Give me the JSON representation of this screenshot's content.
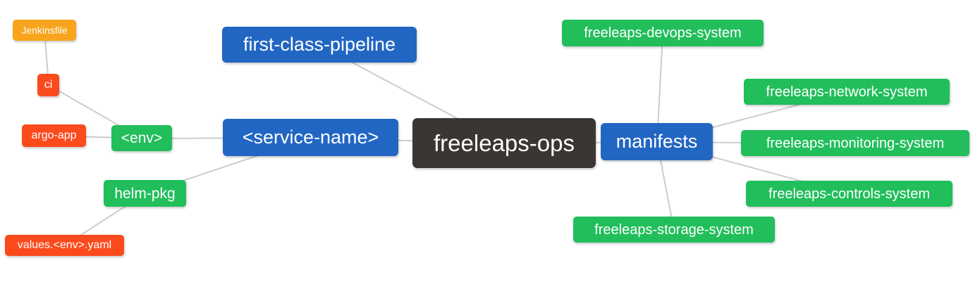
{
  "diagram": {
    "type": "mindmap",
    "root": "freeleaps-ops"
  },
  "colors": {
    "blue": "#2266c3",
    "green": "#21be5b",
    "orange": "#f8a41d",
    "red_orange": "#fb4a1c",
    "dark": "#3b3634",
    "edge": "#cccccc",
    "text": "#ffffff",
    "background": "#ffffff"
  },
  "nodes": [
    {
      "id": "jenkinsfile",
      "label": "Jenkinsfile",
      "color": "orange"
    },
    {
      "id": "ci",
      "label": "ci",
      "color": "red_orange"
    },
    {
      "id": "argo-app",
      "label": "argo-app",
      "color": "red_orange"
    },
    {
      "id": "env",
      "label": "<env>",
      "color": "green"
    },
    {
      "id": "helm-pkg",
      "label": "helm-pkg",
      "color": "green"
    },
    {
      "id": "values-env-yaml",
      "label": "values.<env>.yaml",
      "color": "red_orange"
    },
    {
      "id": "first-class-pipeline",
      "label": "first-class-pipeline",
      "color": "blue"
    },
    {
      "id": "service-name",
      "label": "<service-name>",
      "color": "blue"
    },
    {
      "id": "freeleaps-ops",
      "label": "freeleaps-ops",
      "color": "dark"
    },
    {
      "id": "manifests",
      "label": "manifests",
      "color": "blue"
    },
    {
      "id": "devops-system",
      "label": "freeleaps-devops-system",
      "color": "green"
    },
    {
      "id": "network-system",
      "label": "freeleaps-network-system",
      "color": "green"
    },
    {
      "id": "monitoring-system",
      "label": "freeleaps-monitoring-system",
      "color": "green"
    },
    {
      "id": "controls-system",
      "label": "freeleaps-controls-system",
      "color": "green"
    },
    {
      "id": "storage-system",
      "label": "freeleaps-storage-system",
      "color": "green"
    }
  ],
  "edges": [
    {
      "from": "jenkinsfile",
      "to": "ci"
    },
    {
      "from": "ci",
      "to": "env"
    },
    {
      "from": "argo-app",
      "to": "env"
    },
    {
      "from": "env",
      "to": "service-name"
    },
    {
      "from": "helm-pkg",
      "to": "service-name"
    },
    {
      "from": "helm-pkg",
      "to": "values-env-yaml"
    },
    {
      "from": "service-name",
      "to": "freeleaps-ops"
    },
    {
      "from": "first-class-pipeline",
      "to": "freeleaps-ops"
    },
    {
      "from": "freeleaps-ops",
      "to": "manifests"
    },
    {
      "from": "manifests",
      "to": "devops-system"
    },
    {
      "from": "manifests",
      "to": "network-system"
    },
    {
      "from": "manifests",
      "to": "monitoring-system"
    },
    {
      "from": "manifests",
      "to": "controls-system"
    },
    {
      "from": "manifests",
      "to": "storage-system"
    }
  ]
}
